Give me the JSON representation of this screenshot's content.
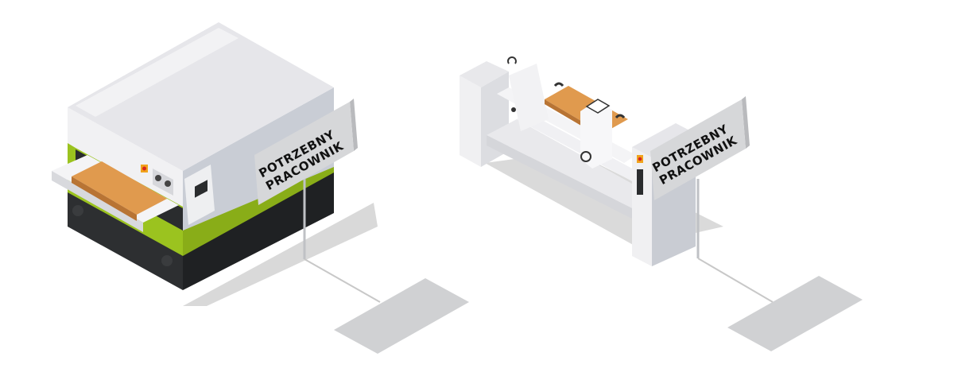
{
  "machines": [
    {
      "name": "wide-belt-sander",
      "sign": {
        "line1": "POTRZEBNY",
        "line2": "PRACOWNIK"
      }
    },
    {
      "name": "lathe",
      "sign": {
        "line1": "POTRZEBNY",
        "line2": "PRACOWNIK"
      }
    }
  ],
  "colors": {
    "accent_green": "#9bc31f",
    "wood": "#e09a4e",
    "dark": "#232527",
    "shadow": "#d4d4d4"
  }
}
